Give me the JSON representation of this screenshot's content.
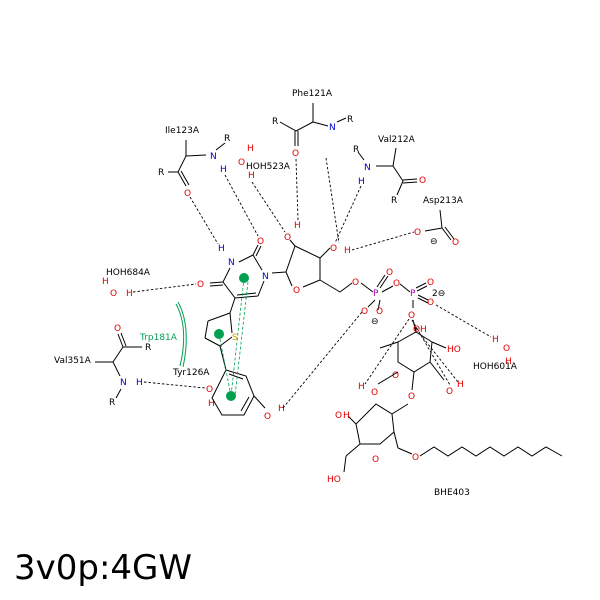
{
  "title": "3v0p:4GW",
  "residues": {
    "phe121": "Phe121A",
    "ile123": "Ile123A",
    "val212": "Val212A",
    "asp213": "Asp213A",
    "hoh523": "HOH523A",
    "hoh684": "HOH684A",
    "trp181": "Trp181A",
    "val351": "Val351A",
    "tyr126": "Tyr126A",
    "hoh601": "HOH601A",
    "bhe403": "BHE403"
  },
  "atoms": {
    "R": "R",
    "N": "N",
    "O": "O",
    "H": "H",
    "S": "S",
    "P": "P",
    "OH": "HO",
    "HO": "HO",
    "NH": "N",
    "charge2": "2⊖",
    "minus": "⊖"
  },
  "colors": {
    "oxygen": "#e00000",
    "nitrogen": "#0000cc",
    "sulfur": "#c8a000",
    "phosphorus": "#b000b0",
    "pi_interaction": "#00a050",
    "bond": "#000000"
  }
}
